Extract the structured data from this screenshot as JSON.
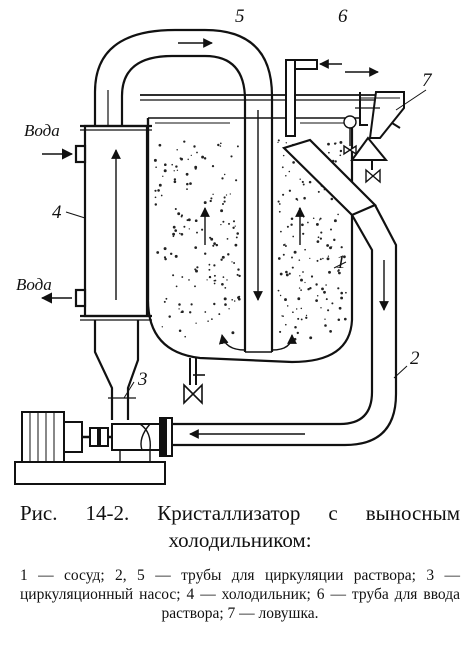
{
  "labels": {
    "n1": "1",
    "n2": "2",
    "n3": "3",
    "n4": "4",
    "n5": "5",
    "n6": "6",
    "n7": "7",
    "water_in": "Вода",
    "water_out": "Вода"
  },
  "caption": {
    "title": "Рис. 14-2. Кристаллизатор с выносным холодильником:",
    "legend": "1 — сосуд; 2, 5 — трубы для циркуляции раствора; 3 — циркуляционный насос; 4 — холодильник; 6 — труба для ввода раствора; 7 — ловушка."
  }
}
